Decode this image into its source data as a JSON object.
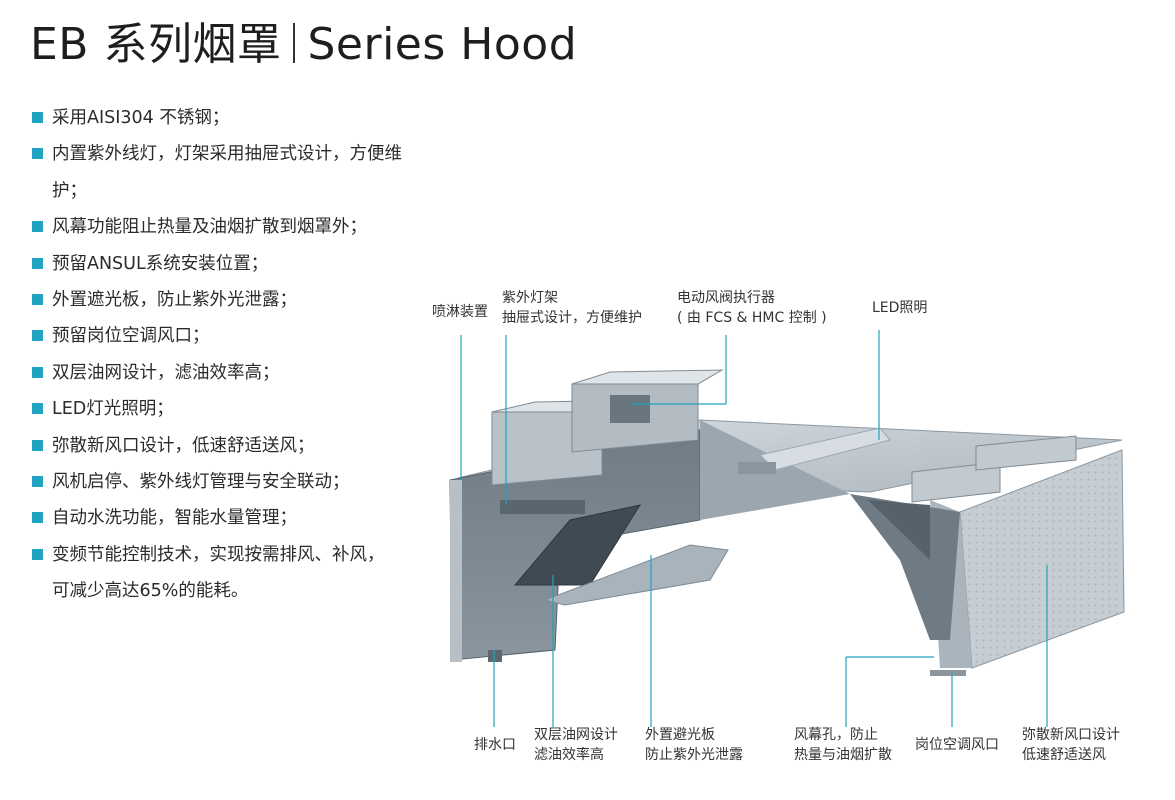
{
  "header": {
    "title_cn": "EB 系列烟罩",
    "title_en": "Series Hood"
  },
  "features": [
    "采用AISI304 不锈钢；",
    "内置紫外线灯，灯架采用抽屉式设计，方便维护；",
    "风幕功能阻止热量及油烟扩散到烟罩外；",
    "预留ANSUL系统安装位置；",
    "外置遮光板，防止紫外光泄露；",
    "预留岗位空调风口；",
    "双层油网设计，滤油效率高；",
    "LED灯光照明；",
    "弥散新风口设计，低速舒适送风；",
    "风机启停、紫外线灯管理与安全联动；",
    "自动水洗功能，智能水量管理；",
    "变频节能控制技术，实现按需排风、补风，"
  ],
  "features_continuation": "可减少高达65%的能耗。",
  "callouts": {
    "spray": "喷淋装置",
    "uv_rack_1": "紫外灯架",
    "uv_rack_2": "抽屉式设计，方便维护",
    "damper_1": "电动风阀执行器",
    "damper_2": "( 由 FCS & HMC 控制 )",
    "led": "LED照明",
    "drain": "排水口",
    "filter_1": "双层油网设计",
    "filter_2": "滤油效率高",
    "shade_1": "外置避光板",
    "shade_2": "防止紫外光泄露",
    "curtain_1": "风幕孔，防止",
    "curtain_2": "热量与油烟扩散",
    "ac_outlet": "岗位空调风口",
    "fresh_1": "弥散新风口设计",
    "fresh_2": "低速舒适送风"
  },
  "colors": {
    "accent": "#1fa3c1",
    "steel_light": "#c8cfd6",
    "steel_mid": "#9aa6b0",
    "steel_dark": "#5f6b75"
  }
}
